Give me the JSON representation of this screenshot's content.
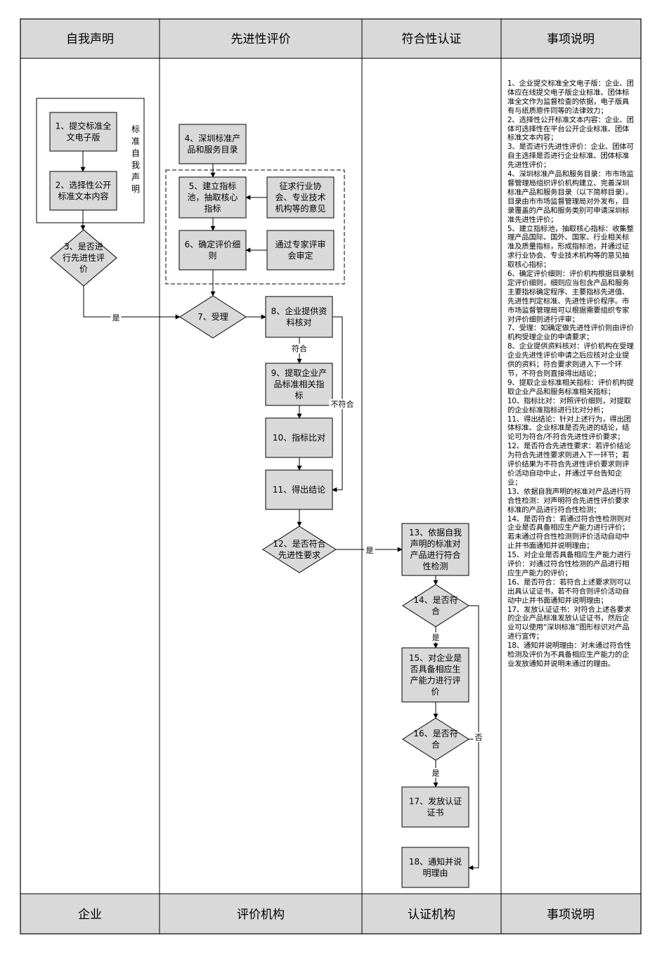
{
  "lanes": {
    "top": [
      "自我声明",
      "先进性评价",
      "符合性认证",
      "事项说明"
    ],
    "bottom": [
      "企业",
      "评价机构",
      "认证机构",
      "事项说明"
    ]
  },
  "group_label": "标准自我声明",
  "nodes": {
    "n1": [
      "1、提交标准全",
      "文电子版"
    ],
    "n2": [
      "2、选择性公开",
      "标准文本内容"
    ],
    "n3": [
      "3、是否进",
      "行先进性评",
      "价"
    ],
    "n4": [
      "4、深圳标准产",
      "品和服务目录"
    ],
    "n5": [
      "5、建立指标",
      "池，抽取核心",
      "指标"
    ],
    "n_opinion": [
      "征求行业协",
      "会、专业技术",
      "机构等的意见"
    ],
    "n6": [
      "6、确定评价细",
      "则"
    ],
    "n_expert": [
      "通过专家评审",
      "会审定"
    ],
    "n7": [
      "7、受理"
    ],
    "n8": [
      "8、企业提供资",
      "料核对"
    ],
    "n9": [
      "9、提取企业产",
      "品标准相关指",
      "标"
    ],
    "n10": [
      "10、指标比对"
    ],
    "n11": [
      "11、得出结论"
    ],
    "n12": [
      "12、是否符合",
      "先进性要求"
    ],
    "n13": [
      "13、依据自我",
      "声明的标准对",
      "产品进行符合",
      "性检测"
    ],
    "n14": [
      "14、是否符",
      "合"
    ],
    "n15": [
      "15、对企业是",
      "否具备相应生",
      "产能力进行评",
      "价"
    ],
    "n16": [
      "16、是否符",
      "合"
    ],
    "n17": [
      "17、发放认证",
      "证书"
    ],
    "n18": [
      "18、通知并说",
      "明理由"
    ]
  },
  "edge_labels": {
    "e3_7": "是",
    "e8_9": "符合",
    "e8_11": "不符合",
    "e12_13": "是",
    "e14_15": "是",
    "e16_17": "是",
    "e14_18": "否"
  },
  "notes": [
    "1、企业提交标准全文电子版：企业、团体应在线提交电子版企业标准、团体标准全文作为监督检查的依据，电子版具有与纸质原件同等的法律效力；",
    "2、选择性公开标准文本内容：企业、团体可选择性在平台公开企业标准、团体标准文本内容；",
    "3、是否进行先进性评价：企业、团体可自主选择是否进行企业标准、团体标准先进性评价；",
    "4、深圳标准产品和服务目录：市市场监督管理局组织评价机构建立、完善深圳标准产品和服务目录（以下简称目录）。目录由市市场监督管理局对外发布，目录覆盖的产品和服务类别可申请深圳标准先进性评价；",
    "5、建立指标池，抽取核心指标：收集整理产品国际、国外、国家、行业相关标准及质量指标，形成指标池，并通过征求行业协会、专业技术机构等的意见抽取核心指标；",
    "6、确定评价细则：评价机构根据目录制定评价细则，细则应当包含产品和服务主要指标确定程序、主要指标先进值、先进性判定标准、先进性评价程序。市市场监督管理局可以根据需要组织专家对评价细则进行评审；",
    "7、受理：如确定做先进性评价则由评价机构受理企业的申请要求；",
    "8、企业提供资料核对：评价机构在受理企业先进性评价申请之后应核对企业提供的资料；符合要求则进入下一个环节，不符合则直接得出结论；",
    "9、提取企业标准相关指标：评价机构提取企业产品和服务标准相关指标；",
    "10、指标比对：对照评价细则，对提取的企业标准指标进行比对分析；",
    "11、得出结论：针对上述行为，得出团体标准、企业标准是否先进的结论，结论可为符合/不符合先进性评价要求；",
    "12、是否符合先进性要求：若评价结论为符合先进性要求则进入下一环节；若评价结果为不符合先进性评价要求则评价活动自动中止，并通过平台告知企业；",
    "13、依据自我声明的标准对产品进行符合性检测：对声明符合先进性评价要求标准的产品进行符合性检测；",
    "14、是否符合：若通过符合性检测则对企业是否具备相应生产能力进行评价；若未通过符合性检测则评价活动自动中止并书面通知并说明理由；",
    "15、对企业是否具备相应生产能力进行评价：对通过符合性检测的产品进行相应生产能力的评价；",
    "16、是否符合：若符合上述要求则可以出具认证证书，若不符合则评价活动自动中止并书面通知并说明理由；",
    "17、发放认证证书：对符合上述各要求的企业产品标准发放认证证书，然后企业可以使用“深圳标准”图形标识对产品进行宣传；",
    "18、通知并说明理由：对未通过符合性检测及评价为不具备相应生产能力的企业发放通知并说明未通过的理由。"
  ],
  "colors": {
    "header_fill": "#d9d9d9",
    "node_fill": "#d9d9d9",
    "stroke": "#000000"
  }
}
